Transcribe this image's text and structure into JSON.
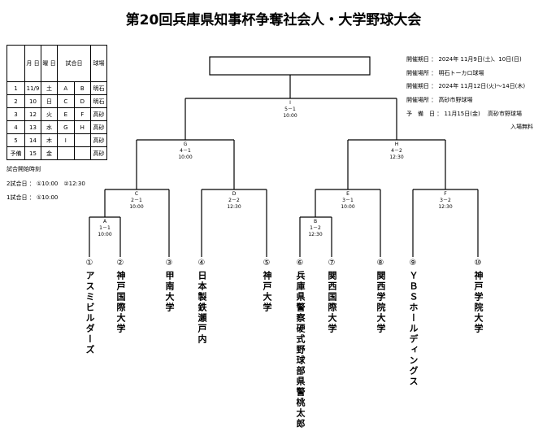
{
  "title": "第20回兵庫県知事杯争奪社会人・大学野球大会",
  "schedule": {
    "headers": [
      "",
      "月 日",
      "曜 日",
      "試合日",
      "球場"
    ],
    "rows": [
      [
        "1",
        "11/9",
        "土",
        "A",
        "B",
        "明石"
      ],
      [
        "2",
        "10",
        "日",
        "C",
        "D",
        "明石"
      ],
      [
        "3",
        "12",
        "火",
        "E",
        "F",
        "高砂"
      ],
      [
        "4",
        "13",
        "水",
        "G",
        "H",
        "高砂"
      ],
      [
        "5",
        "14",
        "木",
        "I",
        "",
        "高砂"
      ],
      [
        "予備",
        "15",
        "金",
        "",
        "",
        "高砂"
      ]
    ]
  },
  "notes": {
    "heading": "試合開始時刻",
    "two_games": "2試合日 ： ①10:00　②12:30",
    "one_game": "1試合日 ： ①10:00"
  },
  "info": [
    "開催期日 ： 2024年 11月9日(土)、10日(日)",
    "開催場所 ： 明石トーカロ球場",
    "開催期日 ： 2024年 11月12日(火)～14日(木)",
    "開催場所 ： 高砂市野球場",
    "予　備　日 ： 11月15日(金)　 高砂市野球場",
    "入場無料"
  ],
  "matches": {
    "I": {
      "id": "I",
      "pair": "5－1",
      "time": "10:00"
    },
    "G": {
      "id": "G",
      "pair": "4－1",
      "time": "10:00"
    },
    "H": {
      "id": "H",
      "pair": "4－2",
      "time": "12:30"
    },
    "C": {
      "id": "C",
      "pair": "2－1",
      "time": "10:00"
    },
    "D": {
      "id": "D",
      "pair": "2－2",
      "time": "12:30"
    },
    "E": {
      "id": "E",
      "pair": "3－1",
      "time": "10:00"
    },
    "F": {
      "id": "F",
      "pair": "3－2",
      "time": "12:30"
    },
    "A": {
      "id": "A",
      "pair": "1－1",
      "time": "10:00"
    },
    "B": {
      "id": "B",
      "pair": "1－2",
      "time": "12:30"
    }
  },
  "teams": [
    {
      "num": "①",
      "name": "アスミビルダーズ"
    },
    {
      "num": "②",
      "name": "神戸国際大学"
    },
    {
      "num": "③",
      "name": "甲南大学"
    },
    {
      "num": "④",
      "name": "日本製鉄瀬戸内"
    },
    {
      "num": "⑤",
      "name": "神戸大学"
    },
    {
      "num": "⑥",
      "name": "兵庫県警察硬式野球部県警桃太郎"
    },
    {
      "num": "⑦",
      "name": "関西国際大学"
    },
    {
      "num": "⑧",
      "name": "関西学院大学"
    },
    {
      "num": "⑨",
      "name": "ＹＢＳホールディングス"
    },
    {
      "num": "⑩",
      "name": "神戸学院大学"
    }
  ]
}
